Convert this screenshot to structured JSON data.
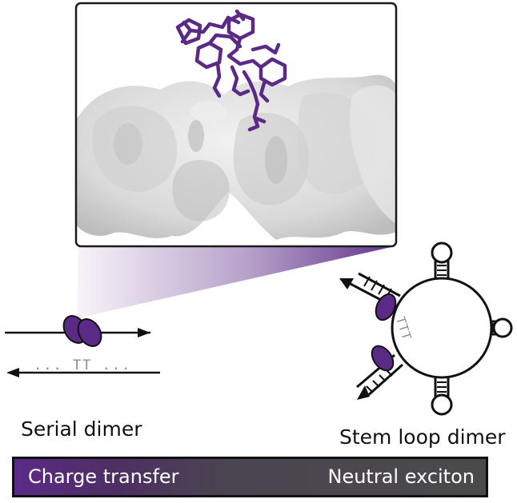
{
  "labels": {
    "serial_dimer": "Serial dimer",
    "stem_loop_dimer": "Stem loop dimer"
  },
  "scale_bar": {
    "left_label": "Charge transfer",
    "right_label": "Neutral exciton"
  },
  "serial_dimer_diagram": {
    "bottom_strand_text": "... TT ..."
  },
  "stem_loop_diagram": {
    "loop_text": "TTT"
  },
  "colors": {
    "purple": "#5b2a86",
    "dark_gray": "#4a4a4a",
    "line": "#111111",
    "surface": "#d8d8d8",
    "text_gray": "#8c8c8c"
  }
}
